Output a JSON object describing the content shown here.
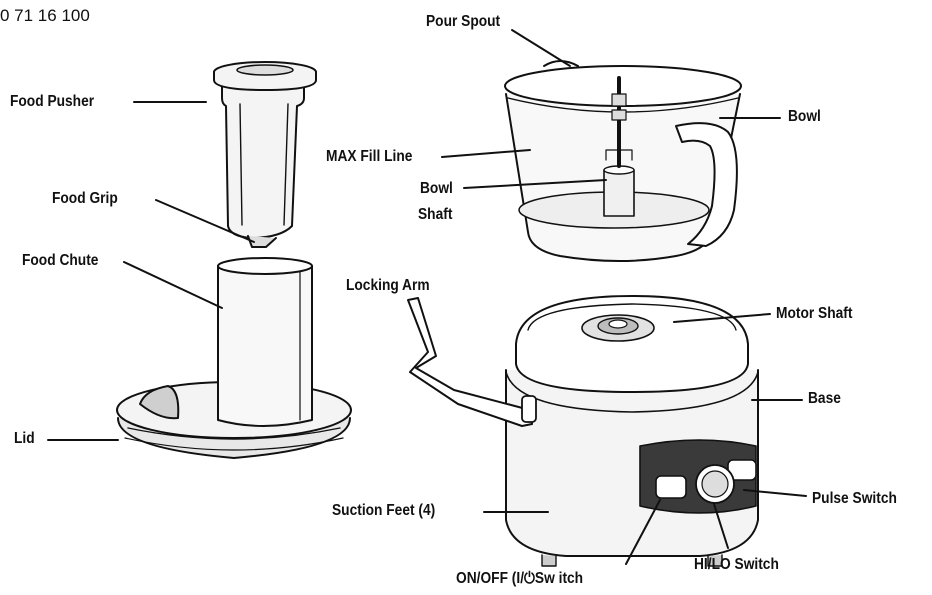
{
  "header_text": "0 71 16 100",
  "labels": {
    "pour_spout": "Pour Spout",
    "bowl": "Bowl",
    "food_pusher": "Food Pusher",
    "max_fill_line": "MAX Fill Line",
    "bowl_shaft_line1": "Bowl",
    "bowl_shaft_line2": "Shaft",
    "food_grip": "Food Grip",
    "food_chute": "Food Chute",
    "locking_arm": "Locking Arm",
    "motor_shaft": "Motor Shaft",
    "base": "Base",
    "lid": "Lid",
    "suction_feet": "Suction Feet (4)",
    "pulse_switch": "Pulse Switch",
    "hi_lo_switch": "HI/LO Switch",
    "on_off_switch": "ON/OFF (I/⏻Sw  itch"
  },
  "colors": {
    "ink": "#111111",
    "body_fill": "#f4f4f4",
    "shade": "#d9d9d9",
    "panel": "#3a3a3a"
  }
}
